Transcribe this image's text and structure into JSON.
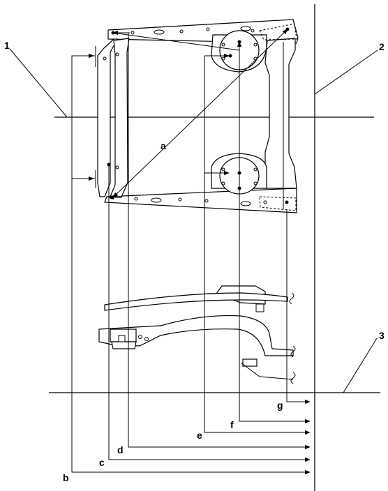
{
  "callouts": {
    "ref_1": "1",
    "ref_2": "2",
    "ref_3": "3"
  },
  "dimensions": {
    "a": "a",
    "b": "b",
    "c": "c",
    "d": "d",
    "e": "e",
    "f": "f",
    "g": "g"
  },
  "colors": {
    "line": "#000000",
    "background": "#ffffff"
  }
}
